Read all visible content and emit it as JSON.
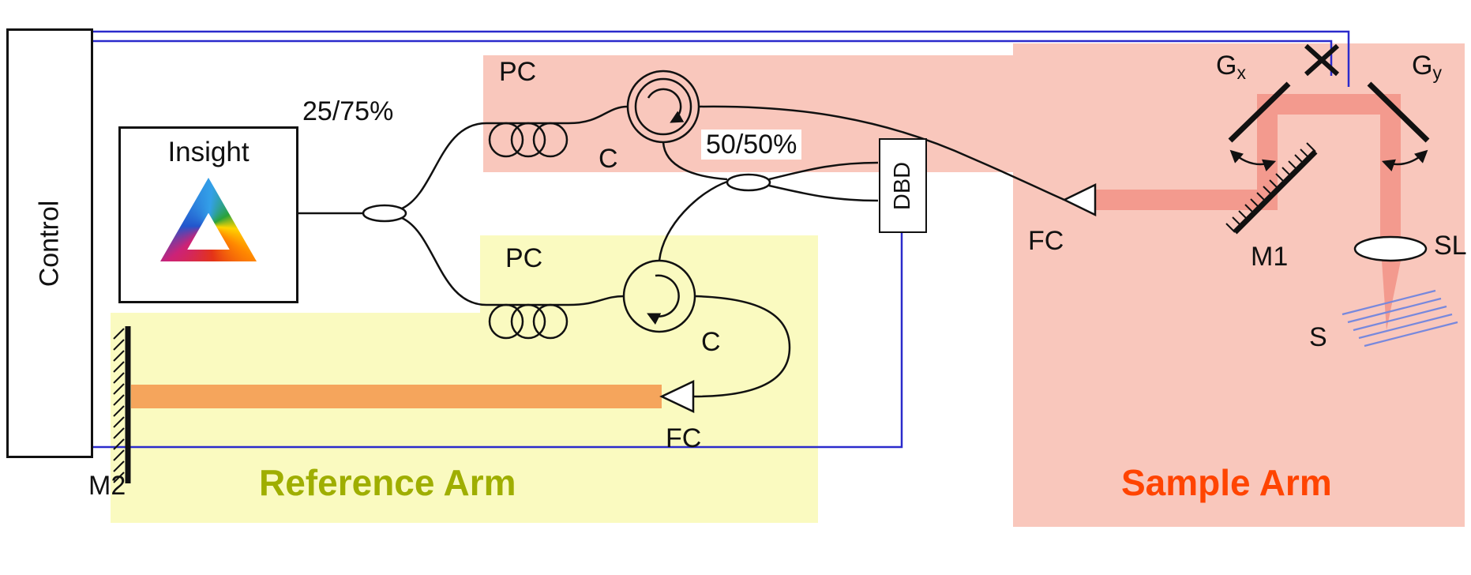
{
  "diagram": {
    "control": "Control",
    "source": "Insight",
    "coupler1": "25/75%",
    "coupler2": "50/50%",
    "pc_top": "PC",
    "pc_bottom": "PC",
    "circulator_top": "C",
    "circulator_bottom": "C",
    "detector": "DBD",
    "fc_sample": "FC",
    "fc_reference": "FC",
    "galvo_x": {
      "main": "G",
      "sub": "x"
    },
    "galvo_y": {
      "main": "G",
      "sub": "y"
    },
    "mirror1": "M1",
    "mirror2": "M2",
    "scan_lens": "SL",
    "sample": "S",
    "reference_arm_label": "Reference Arm",
    "sample_arm_label": "Sample Arm"
  },
  "colors": {
    "sample_region": "#f9c7bc",
    "reference_region": "#fafac0",
    "wire": "#2b2bcc",
    "fiber": "#111111",
    "reference_beam": "#f5a55c",
    "sample_beam": "#ee6e60",
    "reference_label": "#9fae00",
    "sample_label": "#ff4400",
    "sample_slats": "#7788dd"
  }
}
